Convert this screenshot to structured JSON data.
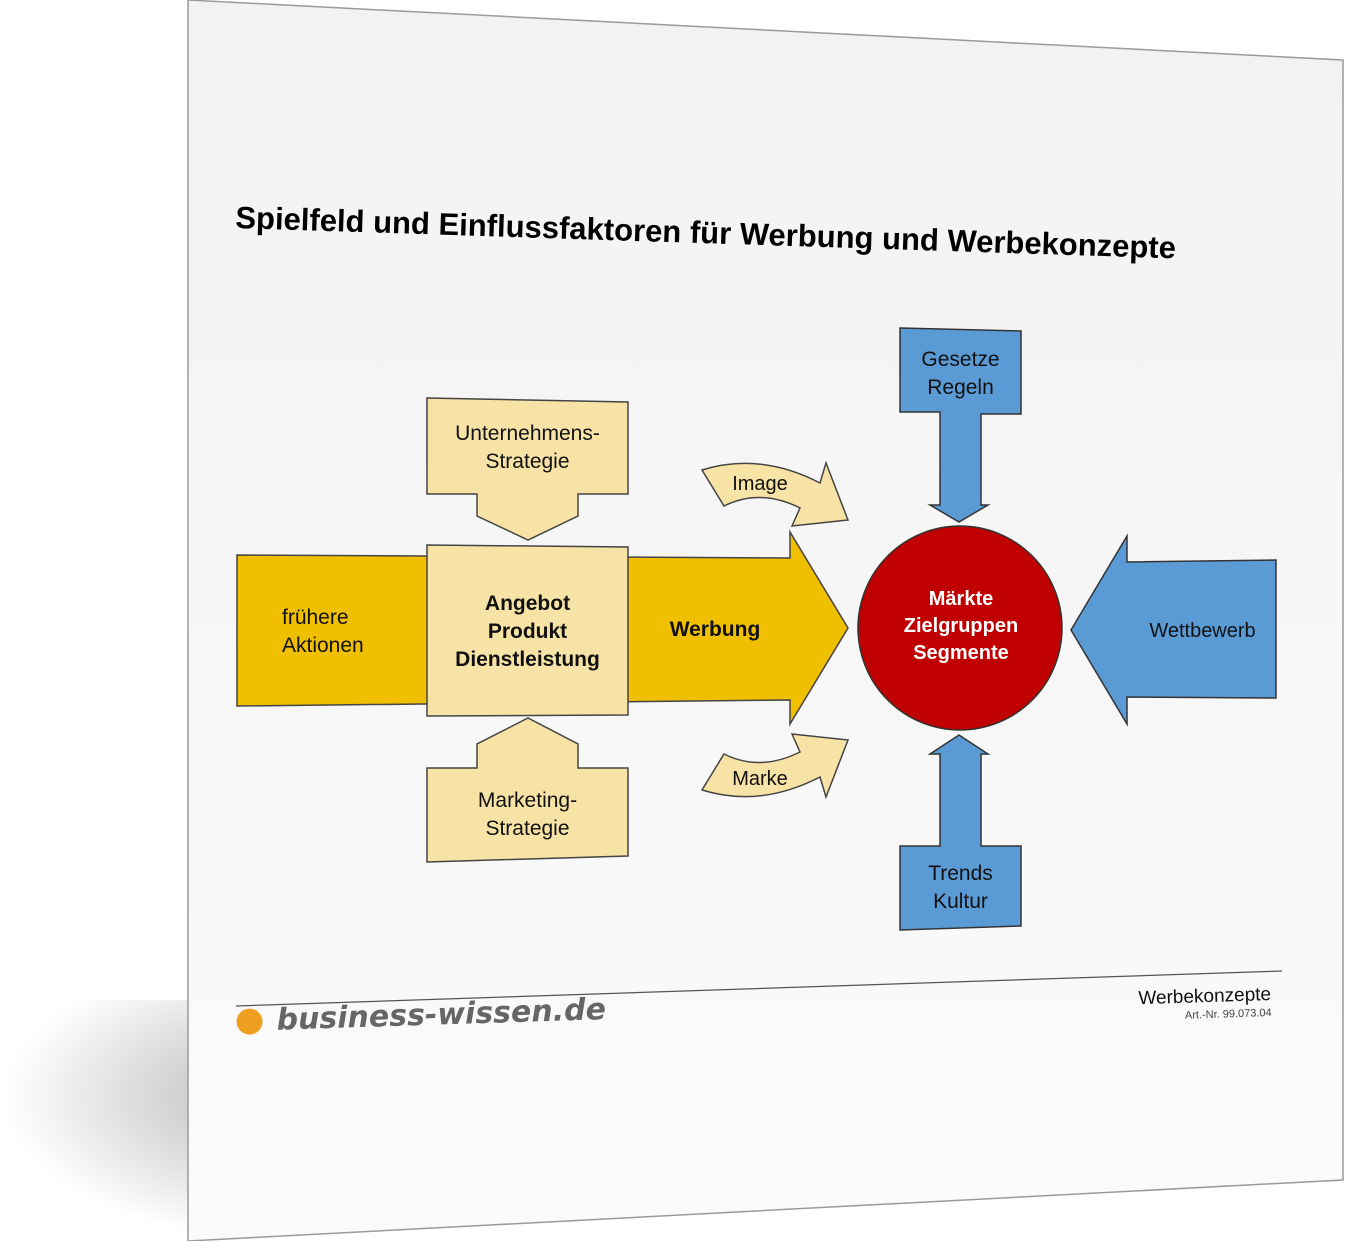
{
  "title": "Spielfeld und Einflussfaktoren für Werbung und Werbekonzepte",
  "nodes": {
    "fruehere_aktionen": [
      "frühere",
      "Aktionen"
    ],
    "angebot": [
      "Angebot",
      "Produkt",
      "Dienstleistung"
    ],
    "werbung": "Werbung",
    "unternehmens_strategie": [
      "Unternehmens-",
      "Strategie"
    ],
    "marketing_strategie": [
      "Marketing-",
      "Strategie"
    ],
    "image": "Image",
    "marke": "Marke",
    "maerkte": [
      "Märkte",
      "Zielgruppen",
      "Segmente"
    ],
    "gesetze": [
      "Gesetze",
      "Regeln"
    ],
    "trends": [
      "Trends",
      "Kultur"
    ],
    "wettbewerb": "Wettbewerb"
  },
  "colors": {
    "orange": "#f0c000",
    "light_yellow": "#f8e3a6",
    "red": "#c00000",
    "blue": "#5b9bd5"
  },
  "footer": {
    "brand": "business-wissen.de",
    "doc_title": "Werbekonzepte",
    "article_no": "Art.-Nr. 99.073.04"
  }
}
